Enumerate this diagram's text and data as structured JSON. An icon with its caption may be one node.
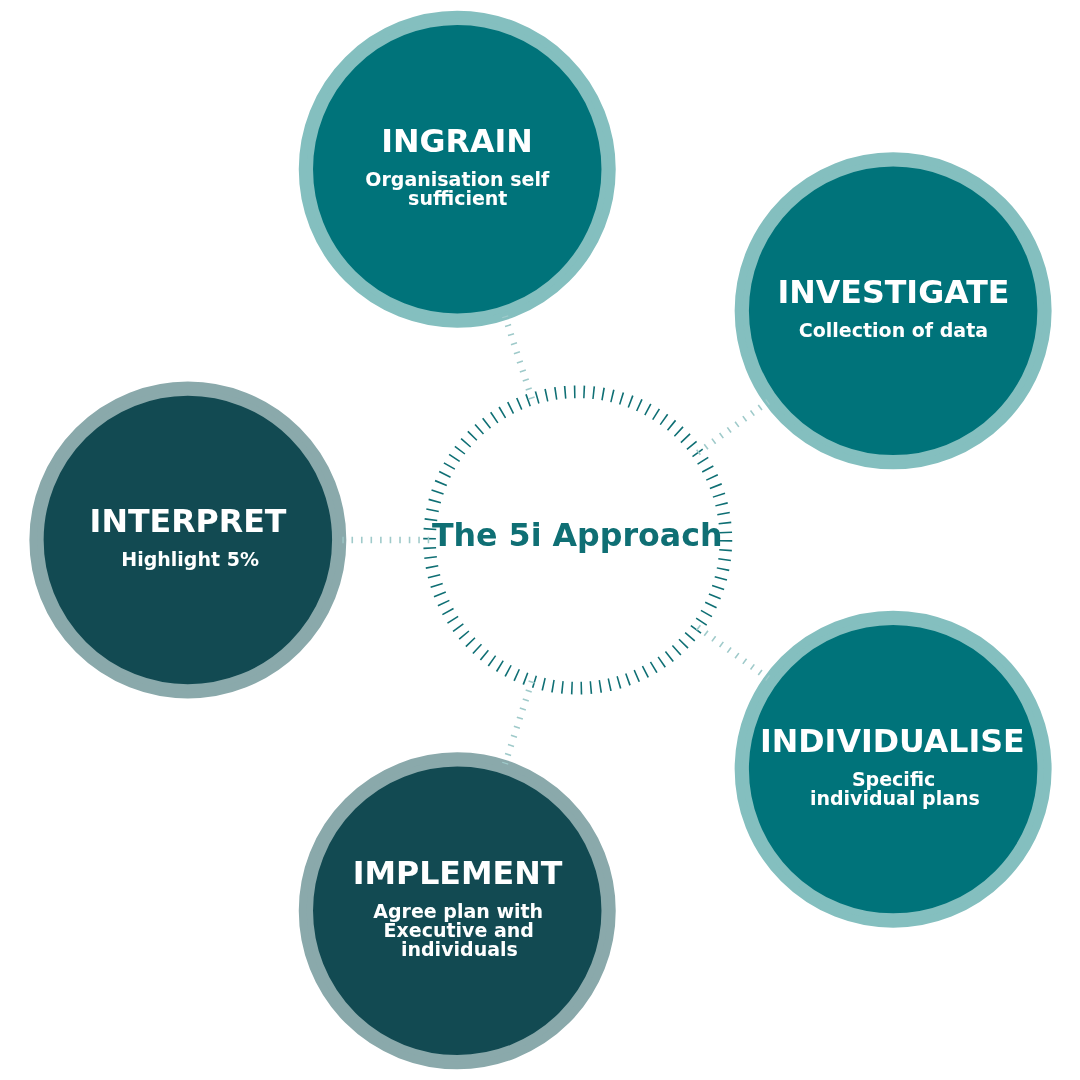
{
  "diagram": {
    "nodes": [
      {
        "text": [
          "INVESTIGATE",
          "Collection of data"
        ]
      },
      {
        "text": [
          "INGRAIN",
          "Organisation self sufficient"
        ]
      },
      {
        "text": [
          "The 5i Approach"
        ]
      },
      {
        "text": [
          "INTERPRET",
          "Highlight 5%"
        ]
      },
      {
        "text": [
          "IMPLEMENT",
          "Agree plan with Executive and individuals"
        ]
      },
      {
        "text": [
          "INDIVIDUALISE",
          "Specific individual plans"
        ]
      }
    ],
    "edges": [
      {
        "from": 2,
        "to": 0,
        "arrow": "none"
      },
      {
        "from": 2,
        "to": 1,
        "arrow": "none"
      },
      {
        "from": 2,
        "to": 3,
        "arrow": "none"
      },
      {
        "from": 2,
        "to": 4,
        "arrow": "none"
      },
      {
        "from": 2,
        "to": 5,
        "arrow": "none"
      }
    ]
  }
}
